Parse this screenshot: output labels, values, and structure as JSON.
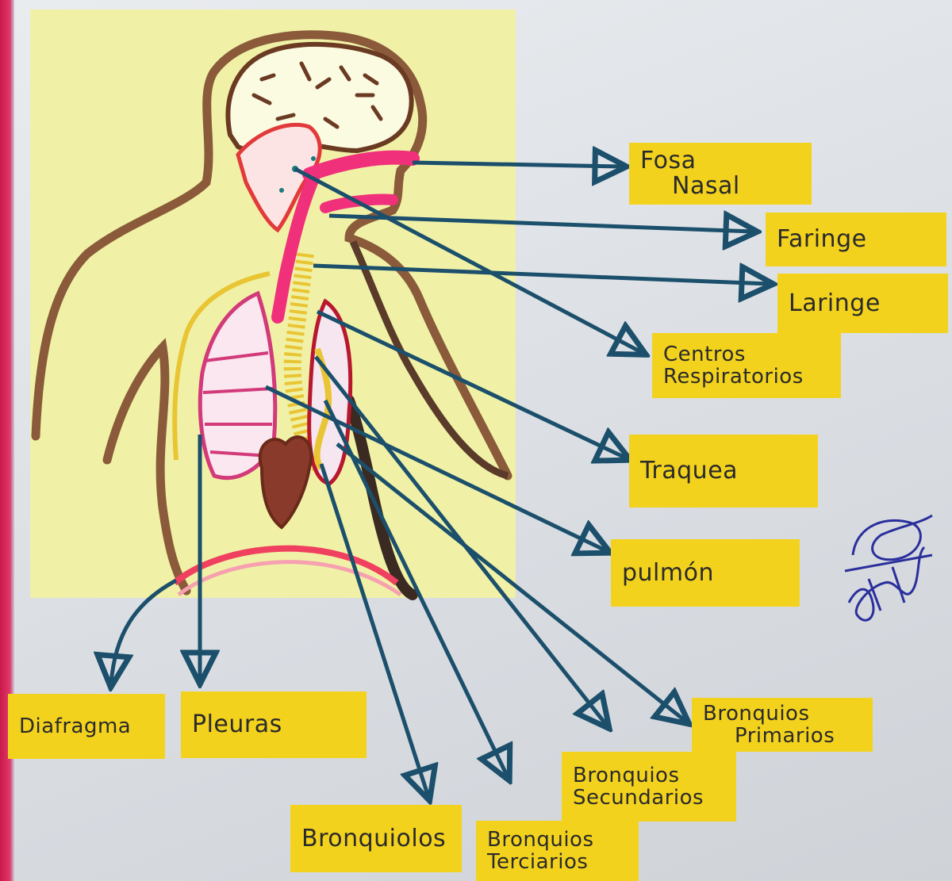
{
  "colors": {
    "label_fill": "#f3d21d",
    "arrow": "#1b4f6b",
    "yellow_panel": "#f0f1a6",
    "body_outline": "#8a5a3a",
    "pink": "#f0307a",
    "red": "#e23a3a",
    "signature": "#2b2f9c"
  },
  "labels": {
    "fosa_nasal": [
      "Fosa",
      "Nasal"
    ],
    "faringe": [
      "Faringe"
    ],
    "laringe": [
      "Laringe"
    ],
    "centros_respiratorios": [
      "Centros",
      "Respiratorios"
    ],
    "traquea": [
      "Traquea"
    ],
    "pulmon": [
      "pulmón"
    ],
    "bronquios_primarios": [
      "Bronquios",
      "Primarios"
    ],
    "bronquios_secundarios": [
      "Bronquios",
      "Secundarios"
    ],
    "bronquios_terciarios": [
      "Bronquios",
      "Terciarios"
    ],
    "bronquiolos": [
      "Bronquiolos"
    ],
    "pleuras": [
      "Pleuras"
    ],
    "diafragma": [
      "Diafragma"
    ]
  }
}
